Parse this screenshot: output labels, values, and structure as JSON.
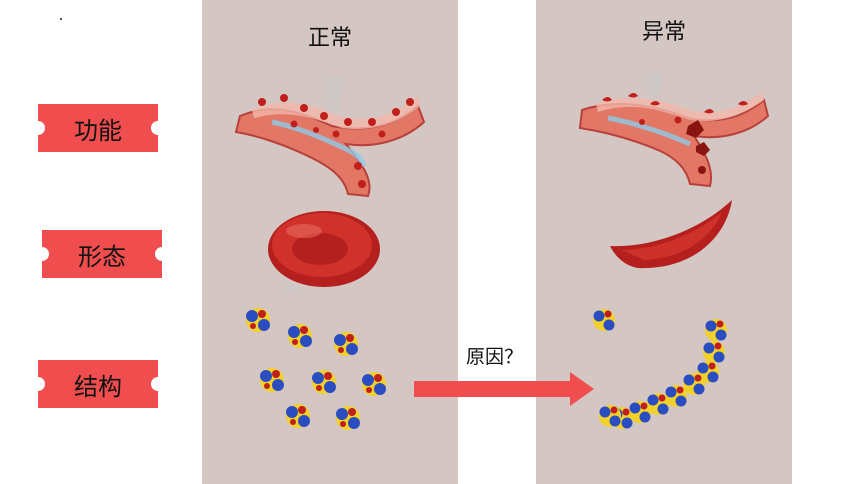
{
  "columns": {
    "normal": "正常",
    "abnormal": "异常"
  },
  "row_labels": {
    "function": "功能",
    "shape": "形态",
    "structure": "结构"
  },
  "arrow_label": "原因？",
  "colors": {
    "panel_bg": "#d4c6c2",
    "label_bg": "#f04e4e",
    "arrow": "#f04e4e",
    "cell_red": "#c0201c",
    "vessel": "#e07060",
    "protein_yellow": "#f1d12a",
    "protein_blue": "#2a4ec2"
  },
  "icons": [
    "blood-vessel-normal",
    "blood-vessel-blocked",
    "normal-red-blood-cell",
    "sickle-red-blood-cell",
    "hemoglobin-molecules",
    "hemoglobin-fiber"
  ]
}
